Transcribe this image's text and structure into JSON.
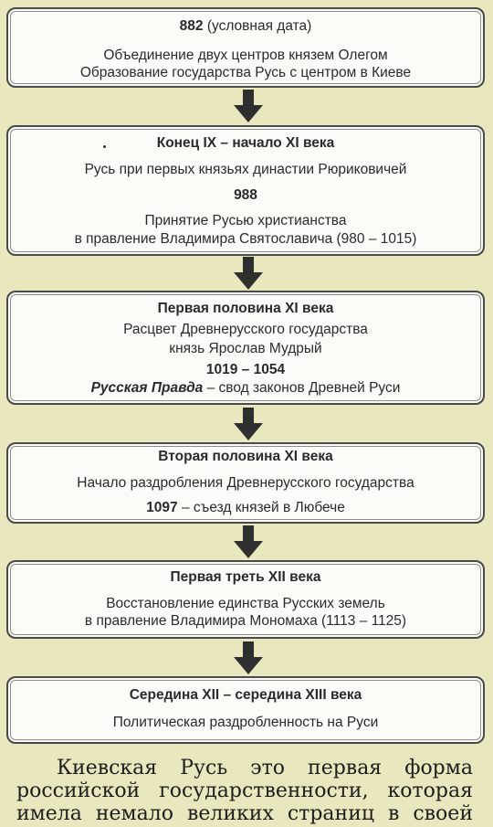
{
  "boxes": [
    {
      "heading": "882",
      "heading_note": " (условная дата)",
      "line1": "Объединение двух центров князем Олегом",
      "line2": "Образование государства Русь с центром в Киеве"
    },
    {
      "heading": "Конец IX – начало XI века",
      "line1": "Русь при первых князьях династии Рюриковичей",
      "date": "988",
      "line2": "Принятие Русью христианства",
      "line3": "в правление Владимира Святославича (980 – 1015)"
    },
    {
      "heading": "Первая половина XI века",
      "line1": "Расцвет Древнерусского государства",
      "line2": "князь Ярослав Мудрый",
      "date": "1019 – 1054",
      "italic_term": "Русская Правда",
      "line3_rest": " – свод законов Древней Руси"
    },
    {
      "heading": "Вторая половина XI века",
      "line1": "Начало раздробления Древнерусского государства",
      "date": "1097",
      "date_rest": " – съезд князей в Любече"
    },
    {
      "heading": "Первая треть XII века",
      "line1": "Восстановление единства Русских земель",
      "line2": "в правление Владимира Мономаха (1113 – 1125)"
    },
    {
      "heading": "Середина XII – середина XIII века",
      "line1": "Политическая раздробленность на Руси"
    }
  ],
  "paragraph": {
    "line1": "Киевская Русь это первая форма",
    "line2": "российской государственности, которая",
    "line3": "имела немало великих страниц в своей"
  },
  "colors": {
    "background": "#e8e7bd",
    "box_fill": "#fbfbf7",
    "border": "#4a4a4a",
    "arrow": "#2f2f2f"
  }
}
